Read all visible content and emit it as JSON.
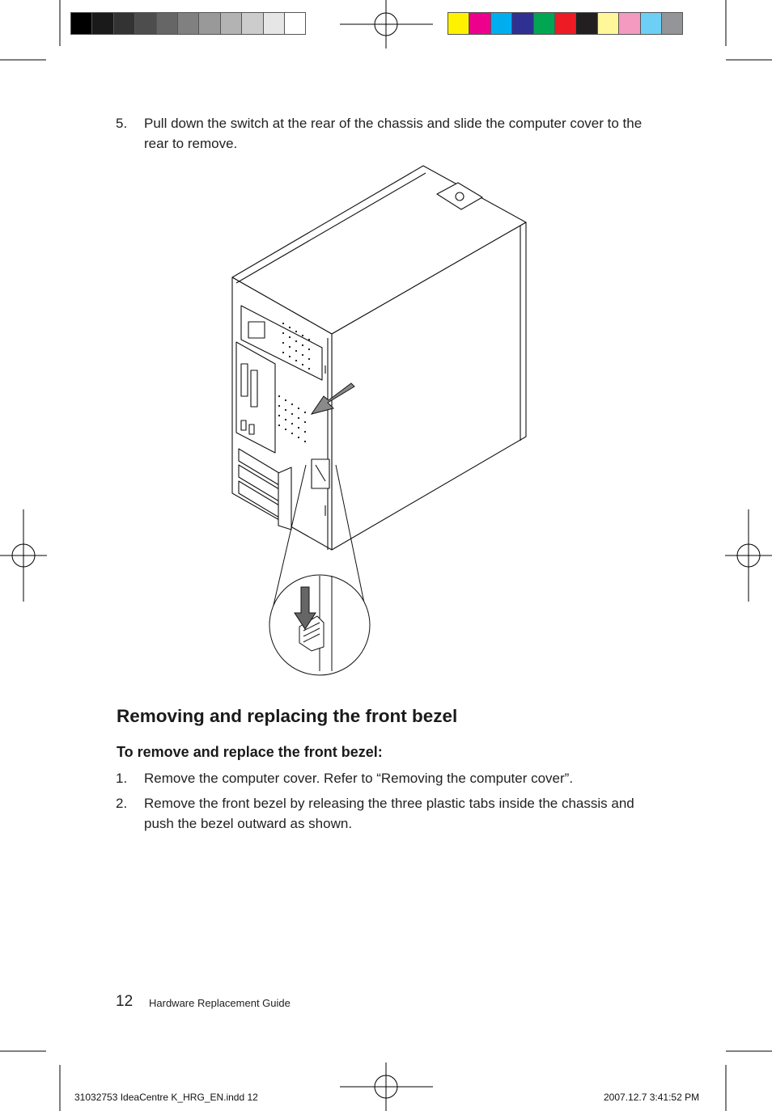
{
  "step5": {
    "number": "5.",
    "text": "Pull down the switch at the rear of the chassis and slide the computer cover to the rear to remove."
  },
  "section": {
    "heading": "Removing and replacing the front bezel",
    "subheading": "To remove and replace the front bezel:",
    "steps": [
      {
        "number": "1.",
        "text": "Remove the computer cover. Refer to “Removing the computer cover”."
      },
      {
        "number": "2.",
        "text": "Remove the front bezel by releasing the three plastic tabs inside the chassis and push the bezel outward as shown."
      }
    ]
  },
  "footer": {
    "page_number": "12",
    "guide_title": "Hardware Replacement Guide"
  },
  "slug": {
    "file": "31032753 IdeaCentre K_HRG_EN.indd   12",
    "datetime": "2007.12.7   3:41:52 PM"
  },
  "colors": {
    "gray_ramp": [
      "#000000",
      "#1a1a1a",
      "#333333",
      "#4d4d4d",
      "#666666",
      "#808080",
      "#999999",
      "#b3b3b3",
      "#cccccc",
      "#e6e6e6",
      "#ffffff"
    ],
    "color_bar": [
      "#fff200",
      "#ec008c",
      "#00aeef",
      "#2e3192",
      "#00a651",
      "#ed1c24",
      "#231f20",
      "#fff799",
      "#f49ac1",
      "#6dcff6",
      "#939598"
    ]
  },
  "illustration": {
    "subject": "computer-chassis-rear-view-with-cover-release-switch"
  }
}
